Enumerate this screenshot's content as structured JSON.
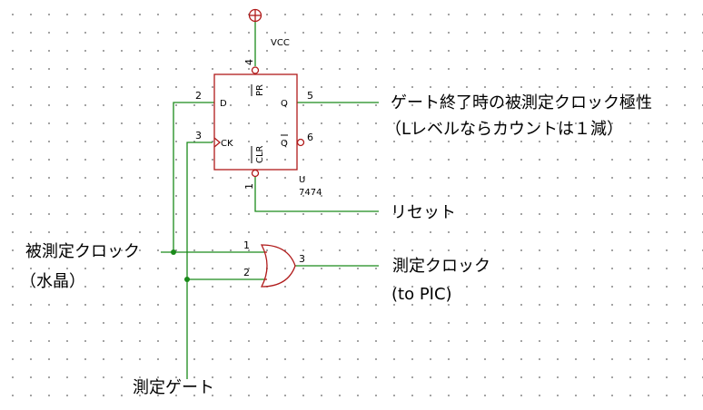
{
  "power": {
    "label": "VCC"
  },
  "flipflop": {
    "part_name": "U",
    "part_number": "7474",
    "pins": {
      "d": {
        "name": "D",
        "num": "2"
      },
      "ck": {
        "name": "CK",
        "num": "3"
      },
      "pr": {
        "name": "PR",
        "num": "4"
      },
      "clr": {
        "name": "CLR",
        "num": "1"
      },
      "q": {
        "name": "Q",
        "num": "5"
      },
      "qbar": {
        "name": "Q",
        "num": "6"
      }
    }
  },
  "or_gate": {
    "pins": {
      "in1": "1",
      "in2": "2",
      "out": "3"
    }
  },
  "labels": {
    "polarity_line1": "ゲート終了時の被測定クロック極性",
    "polarity_line2": "（Lレベルならカウントは１減）",
    "reset": "リセット",
    "measured_clock_line1": "被測定クロック",
    "measured_clock_line2": "（水晶）",
    "output_clock_line1": "測定クロック",
    "output_clock_line2": "(to PIC)",
    "gate": "測定ゲート"
  },
  "colors": {
    "wire": "#1a8a1a",
    "component": "#b01a1a",
    "grid_dot": "#8c8c8c"
  }
}
